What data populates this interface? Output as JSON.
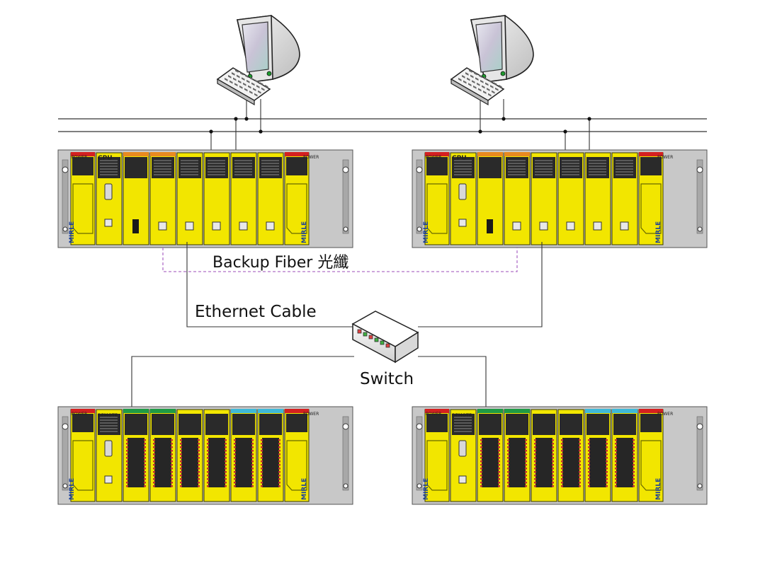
{
  "labels": {
    "backup_fiber": "Backup Fiber 光纖",
    "ethernet_cable": "Ethernet Cable",
    "switch": "Switch"
  },
  "module_text": {
    "power": "POWER",
    "cpu": "CPU",
    "remote": "REMOTE",
    "brand": "MIRLE"
  },
  "colors": {
    "module_yellow": "#f2e600",
    "module_outline": "#3a3a00",
    "rack_gray": "#c8c8c8",
    "header_red": "#d42020",
    "header_orange": "#e88a20",
    "header_green": "#1f9a45",
    "header_cyan": "#3fb8d8",
    "fiber_dash": "#b070c8",
    "brand_blue": "#1a3f9a"
  },
  "icons": [
    "computer-icon",
    "network-switch-icon",
    "plc-rack"
  ]
}
